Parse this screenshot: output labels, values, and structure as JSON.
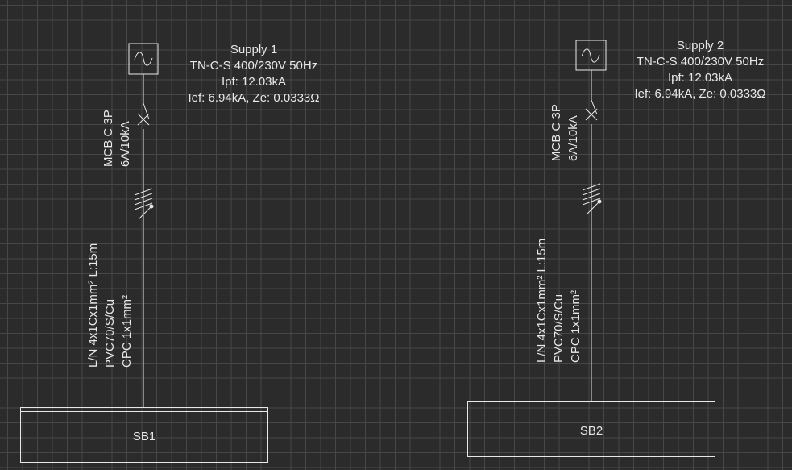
{
  "circuits": [
    {
      "supply": {
        "name": "Supply 1",
        "system": "TN-C-S 400/230V 50Hz",
        "ipf": "Ipf: 12.03kA",
        "ief": "Ief: 6.94kA, Ze: 0.0333Ω",
        "symbol": "ac-source-icon"
      },
      "breaker": {
        "line1": "MCB C 3P",
        "line2": "6A/10kA",
        "symbol": "mcb-cross-icon"
      },
      "cable": {
        "line1": "L/N 4x1Cx1mm² L:15m",
        "line2": "PVC70/S/Cu",
        "line3": "CPC 1x1mm²",
        "symbol": "three-phase-ticks-icon"
      },
      "board": {
        "name": "SB1"
      }
    },
    {
      "supply": {
        "name": "Supply 2",
        "system": "TN-C-S 400/230V 50Hz",
        "ipf": "Ipf: 12.03kA",
        "ief": "Ief: 6.94kA, Ze: 0.0333Ω",
        "symbol": "ac-source-icon"
      },
      "breaker": {
        "line1": "MCB C 3P",
        "line2": "6A/10kA",
        "symbol": "mcb-cross-icon"
      },
      "cable": {
        "line1": "L/N 4x1Cx1mm² L:15m",
        "line2": "PVC70/S/Cu",
        "line3": "CPC 1x1mm²",
        "symbol": "three-phase-ticks-icon"
      },
      "board": {
        "name": "SB2"
      }
    }
  ],
  "colors": {
    "background": "#2b2b2b",
    "grid": "#474747",
    "line": "#e8e8e8"
  }
}
